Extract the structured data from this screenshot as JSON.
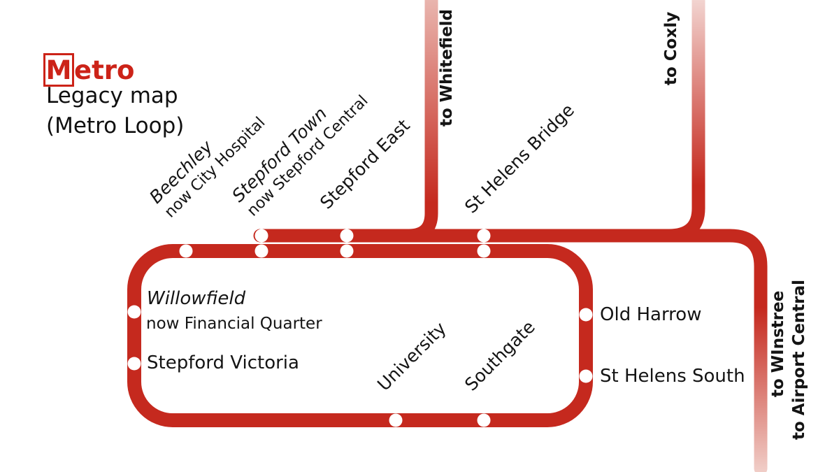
{
  "brand": {
    "logo_boxed_letter": "M",
    "logo_rest": "etro",
    "title_line1": "Legacy map",
    "title_line2": "(Metro Loop)"
  },
  "colors": {
    "line_red": "#c5291e",
    "brand_red": "#cc2318",
    "station_dot": "#ffffff",
    "whitefield_fade_top": "#e9b5ae",
    "coxly_fade_top": "#f2d4d0",
    "airport_fade_bottom": "#f0ccc6",
    "label_black": "#141414"
  },
  "stations": {
    "beechley": {
      "name": "Beechley",
      "note": "now City Hospital"
    },
    "stepford_town": {
      "name": "Stepford Town",
      "note": "now Stepford Central"
    },
    "stepford_east": {
      "name": "Stepford East"
    },
    "st_helens_bridge": {
      "name": "St Helens Bridge"
    },
    "old_harrow": {
      "name": "Old Harrow"
    },
    "st_helens_south": {
      "name": "St Helens South"
    },
    "university": {
      "name": "University"
    },
    "southgate": {
      "name": "Southgate"
    },
    "stepford_victoria": {
      "name": "Stepford Victoria"
    },
    "willowfield": {
      "name": "Willowfield",
      "note": "now Financial Quarter"
    }
  },
  "termini": {
    "whitefield": "to Whitefield",
    "coxly": "to Coxly",
    "winstree": "to WInstree",
    "airport_central": "to Airport Central"
  }
}
